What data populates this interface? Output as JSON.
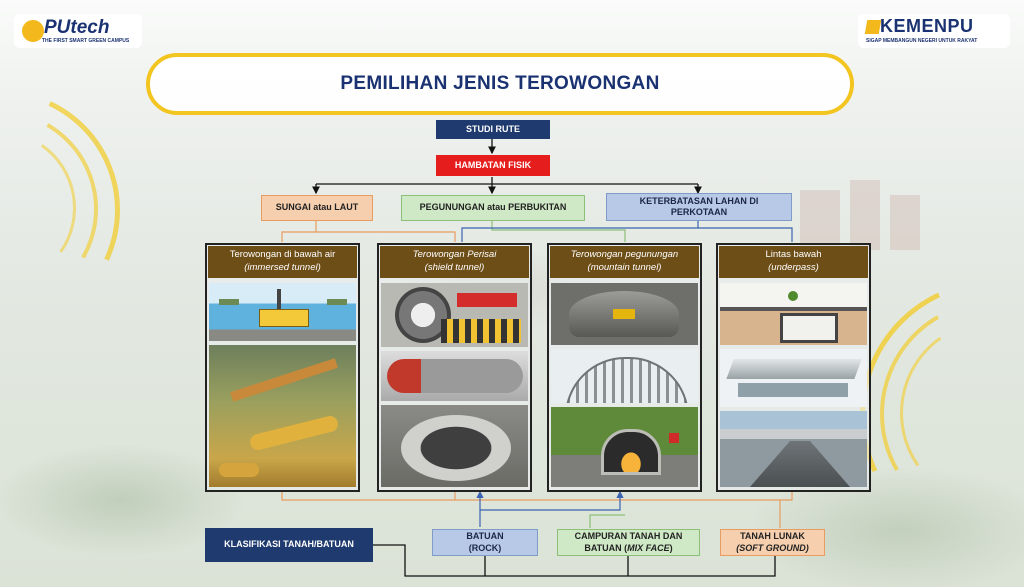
{
  "logos": {
    "left": {
      "wordmark": "PUtech",
      "tagline": "THE FIRST SMART GREEN CAMPUS"
    },
    "right": {
      "wordmark": "KEMENPU",
      "tagline": "SIGAP MEMBANGUN NEGERI UNTUK RAKYAT"
    }
  },
  "title": "PEMILIHAN JENIS TEROWONGAN",
  "flow": {
    "studi_rute": "STUDI RUTE",
    "hambatan_fisik": "HAMBATAN FISIK",
    "branches": {
      "sungai": "SUNGAI atau LAUT",
      "pegunungan": "PEGUNUNGAN atau PERBUKITAN",
      "perkotaan": "KETERBATASAN LAHAN DI PERKOTAAN"
    }
  },
  "tunnels": [
    {
      "name": "Terowongan di bawah air",
      "term": "(immersed tunnel)"
    },
    {
      "name": "Terowongan Perisai",
      "term": "(shield tunnel)"
    },
    {
      "name": "Terowongan pegunungan",
      "term": "(mountain tunnel)"
    },
    {
      "name": "Lintas bawah",
      "term": "(underpass)"
    }
  ],
  "classification": {
    "label": "KLASIFIKASI TANAH/BATUAN",
    "batuan_line1": "BATUAN",
    "batuan_line2": "(ROCK)",
    "campuran_line1": "CAMPURAN TANAH DAN",
    "campuran_line2a": "BATUAN (",
    "campuran_line2b": "MIX FACE",
    "campuran_line2c": ")",
    "lunak_line1": "TANAH LUNAK",
    "lunak_line2": "(SOFT GROUND)"
  },
  "colors": {
    "navy": "#1f3a6e",
    "red": "#e51d1d",
    "gold": "#f2c521",
    "panel_header": "#6e4e17",
    "orange_box": "#f6cfae",
    "green_box": "#cfe8c5",
    "blue_box": "#b7c9e6"
  }
}
